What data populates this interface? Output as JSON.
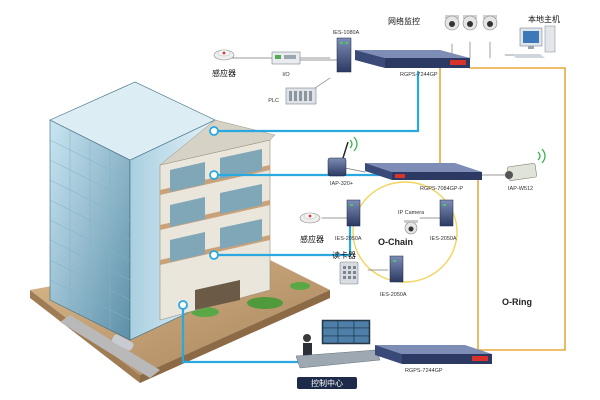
{
  "labels": {
    "network_monitoring": "网络监控",
    "local_host": "本地主机",
    "sensor_top": "感应器",
    "io": "I/O",
    "plc": "PLC",
    "ies_1080a": "IES-1080A",
    "rgps_top": "RGPS-7244GP",
    "iap_320": "IAP-320+",
    "rgps_mid": "RGPS-7084GP-P",
    "iap_w512": "IAP-W512",
    "ip_camera": "IP Camera",
    "ies_2050a_a": "IES-2050A",
    "ies_2050a_b": "IES-2050A",
    "ies_2050a_c": "IES-2050A",
    "o_chain": "O-Chain",
    "sensor_mid": "感应器",
    "card_reader": "读卡器",
    "o_ring": "O-Ring",
    "control_center": "控制中心",
    "rgps_bottom": "RGPS-7244GP"
  },
  "colors": {
    "ethernet": "#29a9e0",
    "ring": "#e8a93a",
    "chain": "#f2d35c",
    "switch_dark": "#2c3a63",
    "switch_light": "#6f7fa6",
    "label_bg": "#1d2a4a"
  },
  "icons": [
    "cctv-dome-icon",
    "monitor-icon",
    "sensor-icon",
    "io-module-icon",
    "plc-icon",
    "wifi-signal-icon",
    "camera-icon",
    "card-reader-icon",
    "building-icon"
  ]
}
